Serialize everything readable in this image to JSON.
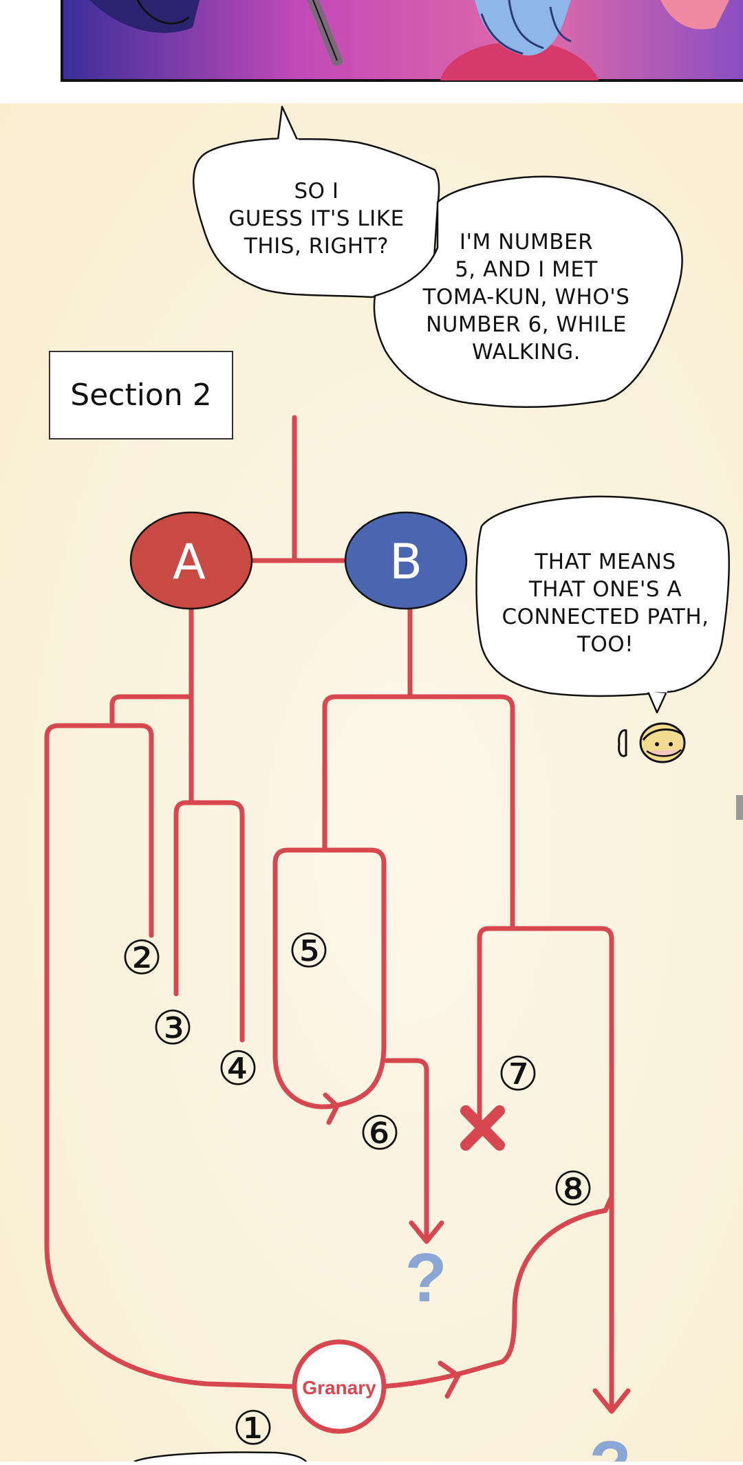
{
  "bubbles": {
    "bubble_1": "SO I\nGUESS IT'S LIKE\nTHIS, RIGHT?",
    "bubble_2": "I'M NUMBER\n5, AND I MET\nTOMA-KUN, WHO'S\nNUMBER 6, WHILE\nWALKING.",
    "bubble_3": "THAT MEANS\nTHAT ONE'S A\nCONNECTED PATH,\nTOO!"
  },
  "diagram": {
    "section_title": "Section 2",
    "node_a": "A",
    "node_b": "B",
    "granary": "Granary",
    "path_numbers": [
      "①",
      "②",
      "③",
      "④",
      "⑤",
      "⑥",
      "⑦",
      "⑧"
    ],
    "unknown_mark": "?",
    "dead_end_mark": "✖"
  },
  "colors": {
    "path": "#d6474f",
    "node_a": "#c94a42",
    "node_b": "#4a66b0",
    "question": "#8aa6d4",
    "background": "#fbf1da"
  }
}
